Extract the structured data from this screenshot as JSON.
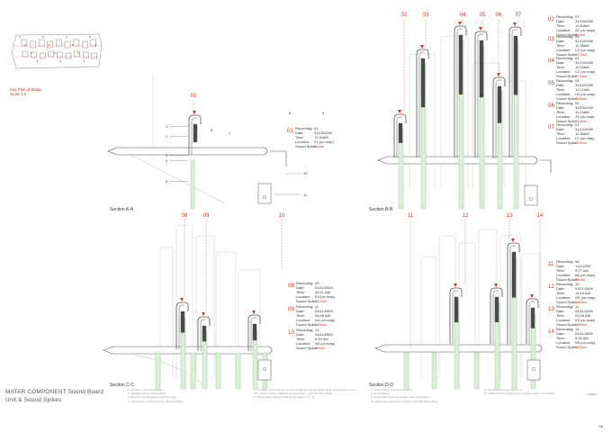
{
  "key_plan": {
    "title": "Key Plan of Matar",
    "scale": "Scale 1:5"
  },
  "sections": [
    {
      "id": "A",
      "label": "Section A-A",
      "markers": [
        "01"
      ],
      "callouts": [
        "1",
        "2",
        "3",
        "4",
        "5",
        "6",
        "7",
        "8",
        "9",
        "10",
        "11"
      ],
      "recordings": [
        {
          "num": "01",
          "recording": "01",
          "date": "31/10/2009",
          "time": "11:30AM",
          "location": "F1 (on map)",
          "spike": "60mm"
        }
      ]
    },
    {
      "id": "B",
      "label": "Section B-B",
      "markers": [
        "02",
        "03",
        "04",
        "05",
        "06",
        "07"
      ],
      "recordings": [
        {
          "num": "02",
          "recording": "07",
          "date": "31/10/2009",
          "time": "11:40AM",
          "location": "A2 (on map)",
          "spike": "89mm"
        },
        {
          "num": "03",
          "recording": "08",
          "date": "31/10/2009",
          "time": "11:38AM",
          "location": "C2 (on map)",
          "spike": "177mm"
        },
        {
          "num": "04",
          "recording": "04",
          "date": "31/10/2009",
          "time": "11:24AM",
          "location": "C2 (on map)",
          "spike": "271mm"
        },
        {
          "num": "05",
          "recording": "03",
          "date": "31/10/2009",
          "time": "11:21AM",
          "location": "H3 (on map)",
          "spike": "195mm"
        },
        {
          "num": "06",
          "recording": "02",
          "date": "31/10/2009",
          "time": "11:15AM",
          "location": "J2 (on map)",
          "spike": "130mm"
        },
        {
          "num": "07",
          "recording": "01",
          "date": "31/10/2009",
          "time": "11:30AM",
          "location": "L2 (on map)",
          "spike": "210mm"
        }
      ]
    },
    {
      "id": "C",
      "label": "Section C-C",
      "markers": [
        "08",
        "09",
        "10"
      ],
      "recordings": [
        {
          "num": "08",
          "recording": "09",
          "date": "01/11/2009",
          "time": "10:21 AM",
          "location": "E4 (on map)",
          "spike": "112mm"
        },
        {
          "num": "09",
          "recording": "11",
          "date": "04/11/2009",
          "time": "08:49 AM",
          "location": "D4 (on map)",
          "spike": "150mm"
        },
        {
          "num": "10",
          "recording": "13",
          "date": "04/11/2009",
          "time": "9:19 AM",
          "location": "N4 (on map)",
          "spike": "93mm"
        }
      ]
    },
    {
      "id": "D",
      "label": "Section D-D",
      "markers": [
        "11",
        "12",
        "13",
        "14"
      ],
      "recordings": [
        {
          "num": "11",
          "recording": "08",
          "date": "1/11/2009",
          "time": "9:27 AM",
          "location": "B5 (on map)",
          "spike": "98mm"
        },
        {
          "num": "12",
          "recording": "10",
          "date": "03/11/2009",
          "time": "13:40 AM",
          "location": "G5 (on map)",
          "spike": "195mm"
        },
        {
          "num": "13",
          "recording": "12",
          "date": "04/11/2009",
          "time": "09:06 AM",
          "location": "K5 (on map)",
          "spike": "190mm"
        },
        {
          "num": "14",
          "recording": "14",
          "date": "04/11/2009",
          "time": "9:30 AM",
          "location": "N5 (on map)",
          "spike": "152mm"
        }
      ]
    }
  ],
  "field_labels": {
    "recording": "Recording:",
    "date": "Date:",
    "time": "Time:",
    "location": "Location:",
    "spike": "Sound Spike:"
  },
  "title_block": {
    "line1": "MATAR COMPONENT Sound Board",
    "line2": "Unit & Sound Spikes",
    "page": "06"
  },
  "notes": [
    {
      "n": "1",
      "text": "Handle to Internal Storage"
    },
    {
      "n": "2",
      "text": "Opening view of Sound Spike"
    },
    {
      "n": "3",
      "text": "Shelf for Sound Spike to slide through"
    },
    {
      "n": "4",
      "text": "Cutout Hole (screw between Metal Studding"
    },
    {
      "n": "5",
      "text": "Threads - end loops at the top to hook over Sound Spike Shelf. Internal Hook, (one roll 4 bottom Thus it attaches Sound Spike) to Sound Spike Stalls"
    },
    {
      "n": "6",
      "text": "Sound Spike (Metal Studding see page 6, ref. 6)"
    },
    {
      "n": "7",
      "text": "Sound Spike Shelf/Internal Hook"
    },
    {
      "n": "8",
      "text": "Sound Board"
    },
    {
      "n": "9",
      "text": "Sequential reference number of Sound Spikes"
    },
    {
      "n": "10",
      "text": "Sequential reference number of the Bird Recordings"
    },
    {
      "n": "11",
      "text": "Sound Board Leg Supports"
    },
    {
      "n": "12",
      "text": "Sliding Roller (supports and guides inside of the board)"
    }
  ],
  "colors": {
    "marker": "#cc3a1a",
    "spike_fill": "#dcefd8",
    "spike_stroke": "#9ccf9a",
    "hatch": "#3a3a3a",
    "line": "#555555",
    "ghost": "#c8c8c8"
  }
}
